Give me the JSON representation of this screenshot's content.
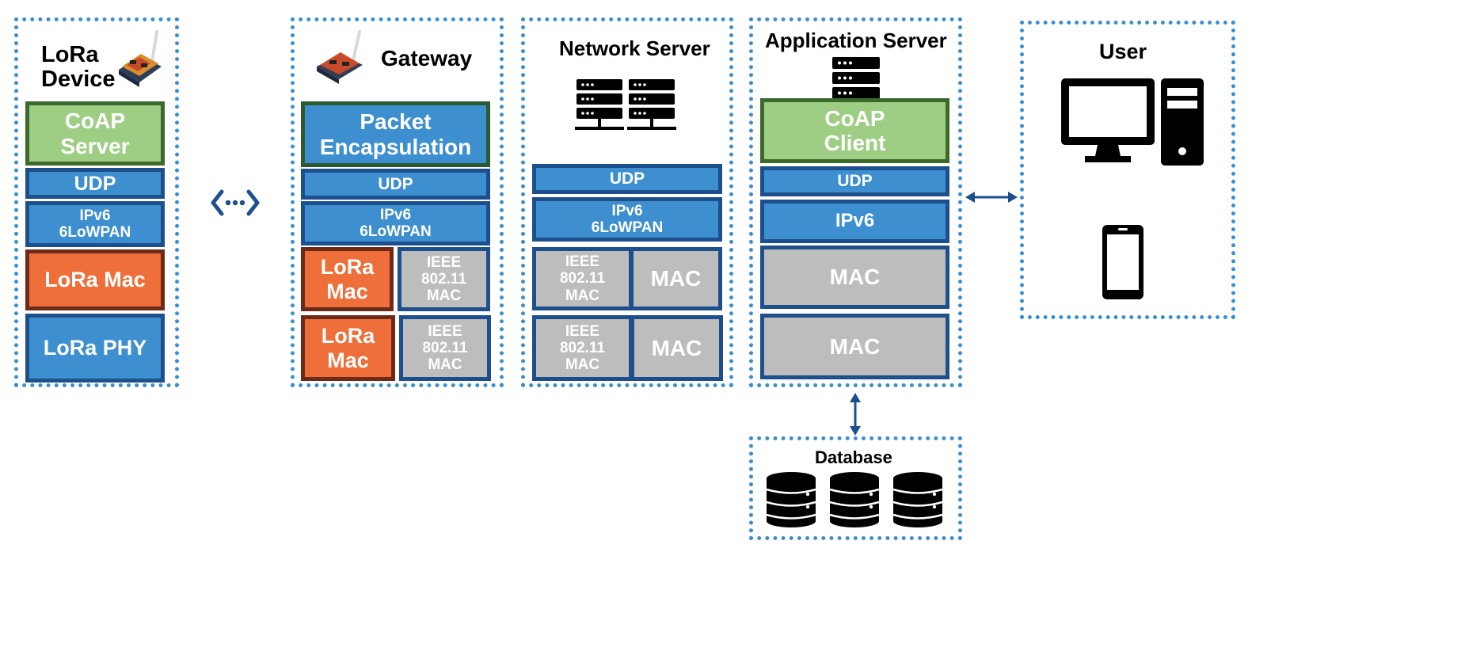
{
  "colors": {
    "frame": "#3b8fd1",
    "blue_block": "#3d8fcf",
    "navy_border": "#1d4f8c",
    "green_block": "#9ecd84",
    "green_border": "#3b6a2c",
    "orange_block": "#ee6f39",
    "orange_border": "#6e2a18",
    "gray_block": "#bdbdbd"
  },
  "device": {
    "title": "LoRa\nDevice",
    "coap": "CoAP\nServer",
    "udp": "UDP",
    "ipv6": "IPv6\n6LoWPAN",
    "lora_mac": "LoRa Mac",
    "lora_phy": "LoRa PHY"
  },
  "gateway": {
    "title": "Gateway",
    "packet": "Packet\nEncapsulation",
    "udp": "UDP",
    "ipv6": "IPv6\n6LoWPAN",
    "row1_lora_mac": "LoRa\nMac",
    "row1_ieee": "IEEE\n802.11\nMAC",
    "row2_lora_mac": "LoRa\nMac",
    "row2_ieee": "IEEE\n802.11\nMAC"
  },
  "network_server": {
    "title": "Network Server",
    "udp": "UDP",
    "ipv6": "IPv6\n6LoWPAN",
    "row1_ieee": "IEEE\n802.11\nMAC",
    "row1_mac": "MAC",
    "row2_ieee": "IEEE\n802.11\nMAC",
    "row2_mac": "MAC"
  },
  "app_server": {
    "title": "Application Server",
    "coap": "CoAP\nClient",
    "udp": "UDP",
    "ipv6": "IPv6",
    "mac1": "MAC",
    "mac2": "MAC"
  },
  "user": {
    "title": "User"
  },
  "database": {
    "title": "Database"
  },
  "icons": [
    "lora-board-icon",
    "server-rack-icon",
    "desktop-computer-icon",
    "smartphone-icon",
    "database-icon",
    "dotted-link-icon"
  ]
}
